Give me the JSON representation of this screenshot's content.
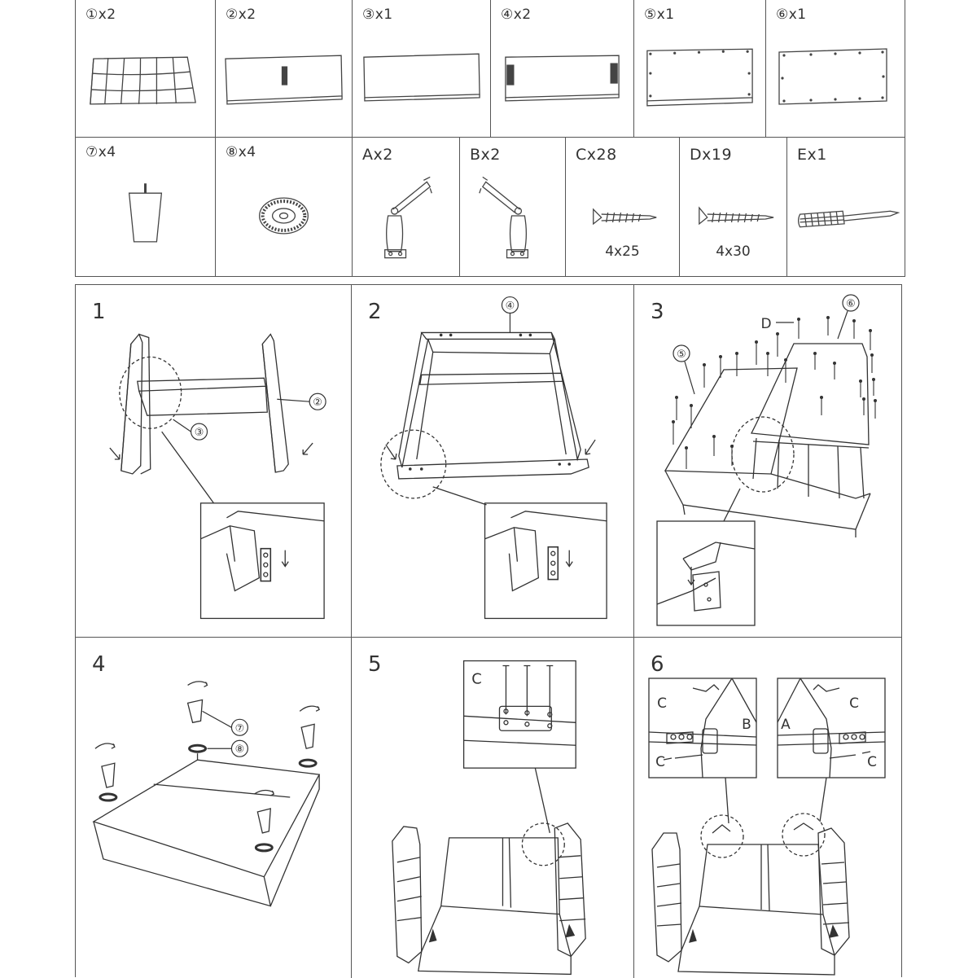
{
  "parts_row1": [
    {
      "id": "1",
      "qty": "x2",
      "label": "①x2"
    },
    {
      "id": "2",
      "qty": "x2",
      "label": "②x2"
    },
    {
      "id": "3",
      "qty": "x1",
      "label": "③x1"
    },
    {
      "id": "4",
      "qty": "x2",
      "label": "④x2"
    },
    {
      "id": "5",
      "qty": "x1",
      "label": "⑤x1"
    },
    {
      "id": "6",
      "qty": "x1",
      "label": "⑥x1"
    }
  ],
  "parts_row2": [
    {
      "id": "7",
      "label": "⑦x4"
    },
    {
      "id": "8",
      "label": "⑧x4"
    },
    {
      "id": "A",
      "label": "Ax2"
    },
    {
      "id": "B",
      "label": "Bx2"
    },
    {
      "id": "C",
      "label": "Cx28",
      "spec": "4x25"
    },
    {
      "id": "D",
      "label": "Dx19",
      "spec": "4x30"
    },
    {
      "id": "E",
      "label": "Ex1"
    }
  ],
  "steps": [
    {
      "number": "1",
      "callouts": [
        "②",
        "③"
      ]
    },
    {
      "number": "2",
      "callouts": [
        "④"
      ]
    },
    {
      "number": "3",
      "callouts": [
        "⑥",
        "⑤",
        "D"
      ]
    },
    {
      "number": "4",
      "callouts": [
        "⑦",
        "⑧"
      ]
    },
    {
      "number": "5",
      "callouts": [
        "C"
      ]
    },
    {
      "number": "6",
      "callouts": [
        "C",
        "B",
        "C",
        "C",
        "A",
        "C"
      ]
    }
  ]
}
